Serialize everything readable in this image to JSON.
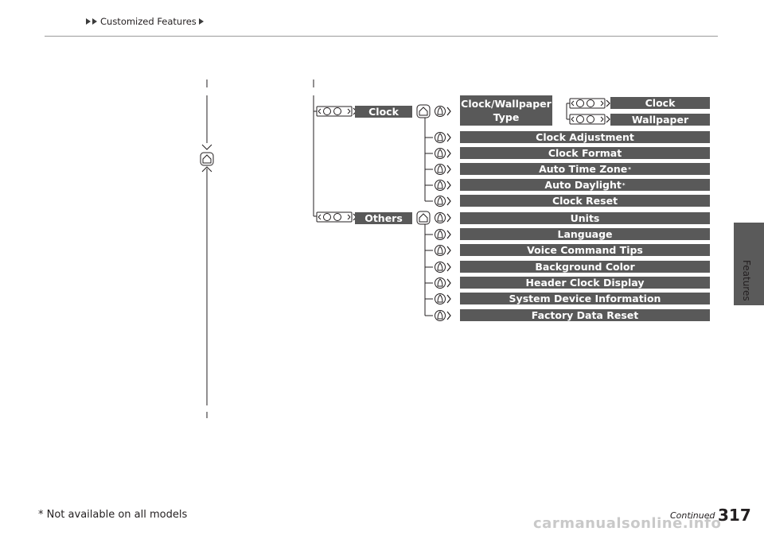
{
  "header": {
    "breadcrumb": "Customized Features"
  },
  "side_tab": {
    "label": "Features"
  },
  "clock_branch": {
    "label": "Clock",
    "clock_wallpaper_type": {
      "line1": "Clock/Wallpaper",
      "line2": "Type"
    },
    "type_options": [
      "Clock",
      "Wallpaper"
    ],
    "items": [
      {
        "label": "Clock Adjustment",
        "mark": ""
      },
      {
        "label": "Clock Format",
        "mark": ""
      },
      {
        "label": "Auto Time Zone",
        "mark": "*"
      },
      {
        "label": "Auto Daylight",
        "mark": "*"
      },
      {
        "label": "Clock Reset",
        "mark": ""
      }
    ]
  },
  "others_branch": {
    "label": "Others",
    "items": [
      "Units",
      "Language",
      "Voice Command Tips",
      "Background Color",
      "Header Clock Display",
      "System Device Information",
      "Factory Data Reset"
    ]
  },
  "footer": {
    "footnote": "* Not available on all models",
    "continued": "Continued",
    "page_number": "317",
    "watermark": "carmanualsonline.info"
  }
}
